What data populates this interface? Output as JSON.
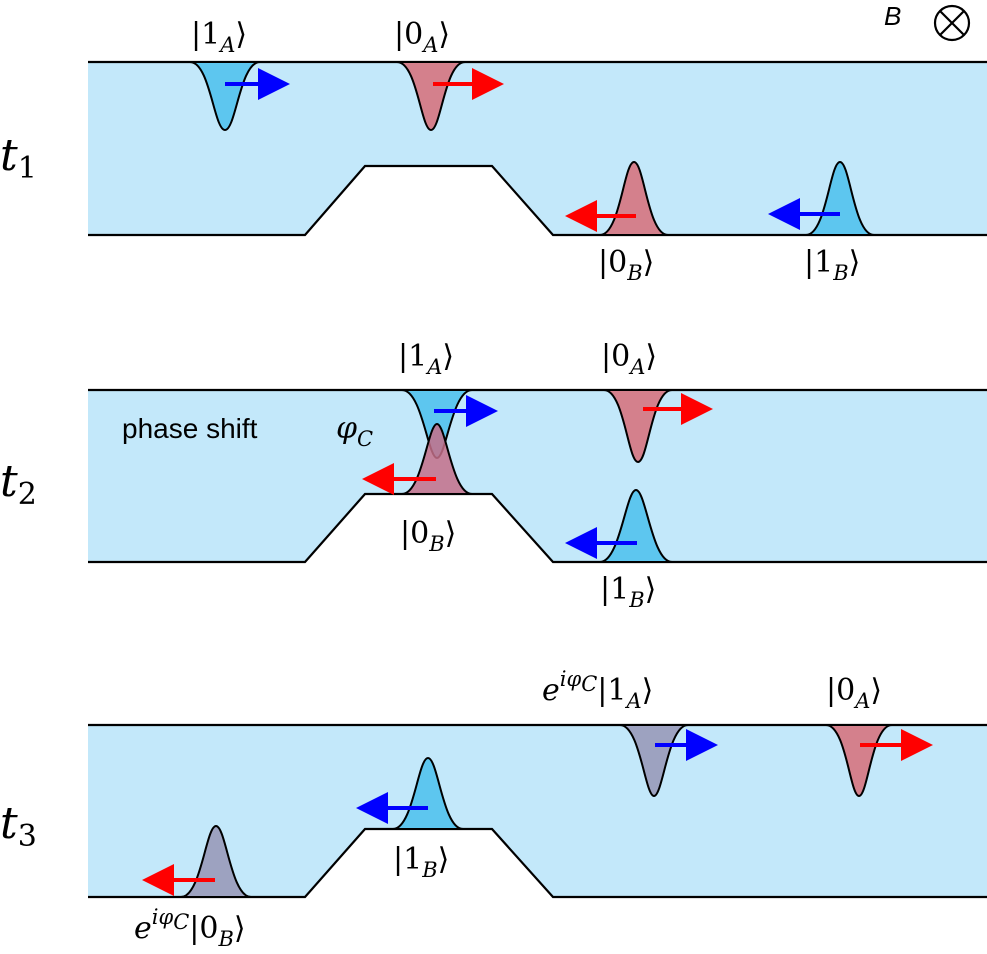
{
  "colors": {
    "channel": "#c3e8fa",
    "outline": "#000000",
    "state_red_fill": "#d4808c",
    "state_blue_fill": "#5dc6ef",
    "state_mixed_fill": "#9da2c0",
    "arrow_red": "#ff0000",
    "arrow_blue": "#0000ff"
  },
  "field": {
    "label": "B",
    "symbol": "⊗"
  },
  "panels": [
    {
      "time_base": "t",
      "time_sub": "1",
      "labels": [
        {
          "ket": "1",
          "sub": "A"
        },
        {
          "ket": "0",
          "sub": "A"
        },
        {
          "ket": "0",
          "sub": "B"
        },
        {
          "ket": "1",
          "sub": "B"
        }
      ]
    },
    {
      "time_base": "t",
      "time_sub": "2",
      "phase_text": "phase shift",
      "phase_symbol": "φ",
      "phase_sub": "C",
      "labels": [
        {
          "ket": "1",
          "sub": "A"
        },
        {
          "ket": "0",
          "sub": "A"
        },
        {
          "ket": "0",
          "sub": "B"
        },
        {
          "ket": "1",
          "sub": "B"
        }
      ]
    },
    {
      "time_base": "t",
      "time_sub": "3",
      "labels": [
        {
          "prefix": "e",
          "exp": "iφ",
          "exp_sub": "C",
          "ket": "1",
          "sub": "A"
        },
        {
          "ket": "0",
          "sub": "A"
        },
        {
          "ket": "1",
          "sub": "B"
        },
        {
          "prefix": "e",
          "exp": "iφ",
          "exp_sub": "C",
          "ket": "0",
          "sub": "B"
        }
      ]
    }
  ]
}
